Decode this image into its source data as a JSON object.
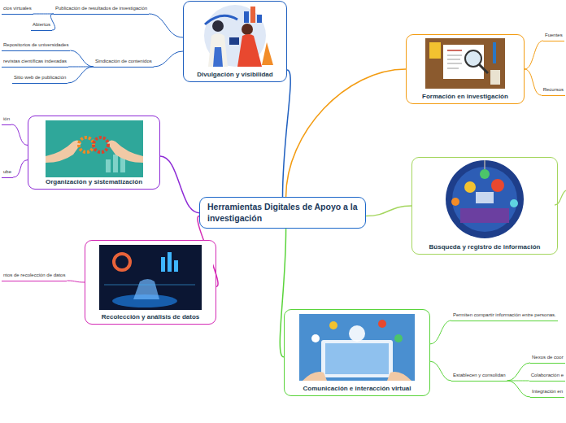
{
  "diagram": {
    "nodes": [
      {
        "text": [
          "Herramientas Digitales de Apoyo a la investigación"
        ]
      },
      {
        "text": [
          "Divulgación y visibilidad"
        ]
      },
      {
        "text": [
          "Publicación de resultados de investigación"
        ]
      },
      {
        "text": [
          "cios virtuales"
        ]
      },
      {
        "text": [
          "Abiertos"
        ]
      },
      {
        "text": [
          "Sindicación de contenidos"
        ]
      },
      {
        "text": [
          "Repositorios de universidades"
        ]
      },
      {
        "text": [
          "revistas científicas indexadas"
        ]
      },
      {
        "text": [
          "Sitio web de publicación"
        ]
      },
      {
        "text": [
          "Formación en investigación"
        ]
      },
      {
        "text": [
          "Fuentes"
        ]
      },
      {
        "text": [
          "Recursos"
        ]
      },
      {
        "text": [
          "Organización y sistematización"
        ]
      },
      {
        "text": [
          "ión"
        ]
      },
      {
        "text": [
          "ube"
        ]
      },
      {
        "text": [
          "Búsqueda y registro de información"
        ]
      },
      {
        "text": [
          "Recolección y análisis de datos"
        ]
      },
      {
        "text": [
          "ntos de recolección de datos"
        ]
      },
      {
        "text": [
          "Comunicación e interacción virtual"
        ]
      },
      {
        "text": [
          "Permiten compartir información entre personas."
        ]
      },
      {
        "text": [
          "Establecen y consolidan"
        ]
      },
      {
        "text": [
          "Nexos de coor"
        ]
      },
      {
        "text": [
          "Colaboración e"
        ]
      },
      {
        "text": [
          "Integración en"
        ]
      }
    ],
    "edges": [
      {
        "from": 0,
        "to": 1,
        "arrow": "none"
      },
      {
        "from": 0,
        "to": 9,
        "arrow": "none"
      },
      {
        "from": 0,
        "to": 12,
        "arrow": "none"
      },
      {
        "from": 0,
        "to": 15,
        "arrow": "none"
      },
      {
        "from": 0,
        "to": 16,
        "arrow": "none"
      },
      {
        "from": 0,
        "to": 18,
        "arrow": "none"
      },
      {
        "from": 1,
        "to": 2,
        "arrow": "none"
      },
      {
        "from": 2,
        "to": 3,
        "arrow": "none"
      },
      {
        "from": 2,
        "to": 4,
        "arrow": "none"
      },
      {
        "from": 1,
        "to": 5,
        "arrow": "none"
      },
      {
        "from": 5,
        "to": 6,
        "arrow": "none"
      },
      {
        "from": 5,
        "to": 7,
        "arrow": "none"
      },
      {
        "from": 5,
        "to": 8,
        "arrow": "none"
      },
      {
        "from": 9,
        "to": 10,
        "arrow": "none"
      },
      {
        "from": 9,
        "to": 11,
        "arrow": "none"
      },
      {
        "from": 12,
        "to": 13,
        "arrow": "none"
      },
      {
        "from": 12,
        "to": 14,
        "arrow": "none"
      },
      {
        "from": 16,
        "to": 17,
        "arrow": "none"
      },
      {
        "from": 18,
        "to": 19,
        "arrow": "none"
      },
      {
        "from": 18,
        "to": 20,
        "arrow": "none"
      },
      {
        "from": 20,
        "to": 21,
        "arrow": "none"
      },
      {
        "from": 20,
        "to": 22,
        "arrow": "none"
      },
      {
        "from": 20,
        "to": 23,
        "arrow": "none"
      }
    ]
  }
}
